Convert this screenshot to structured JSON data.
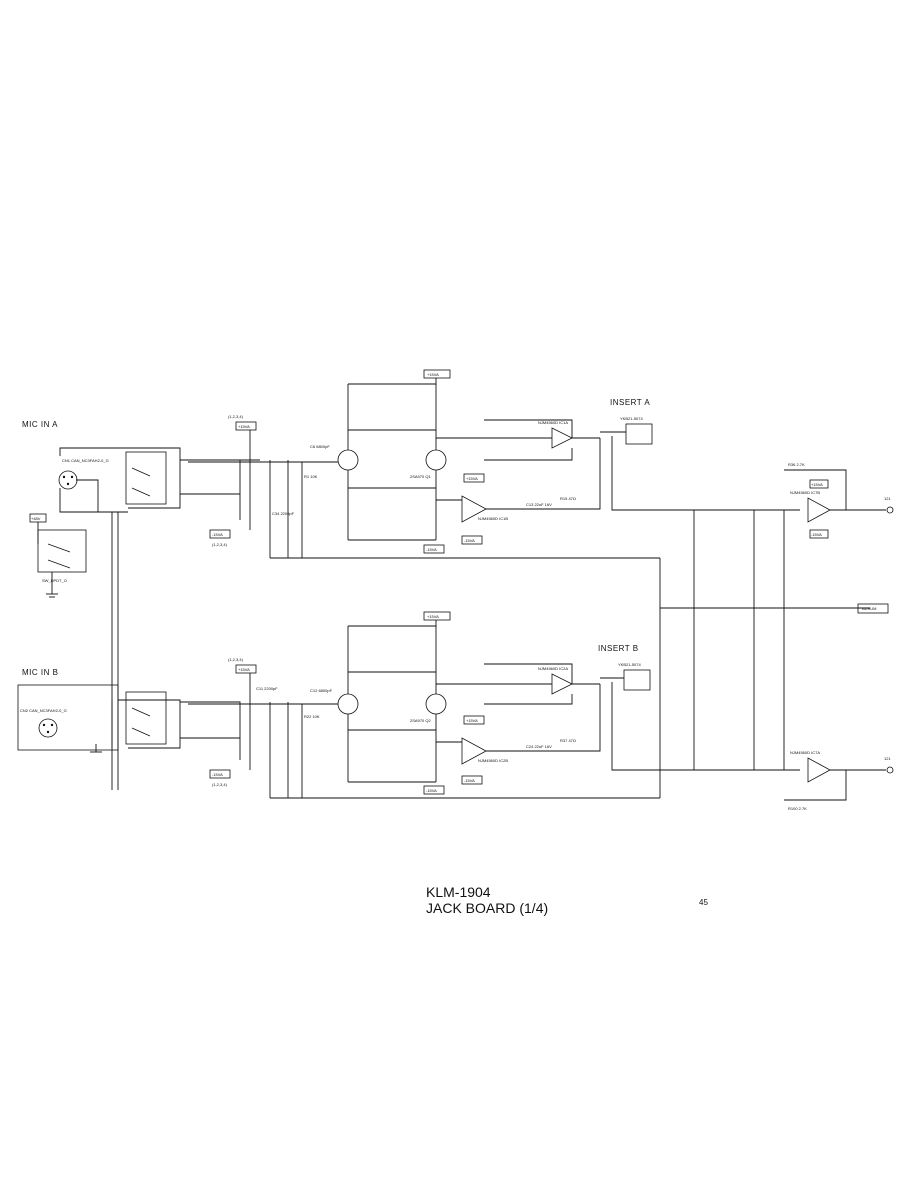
{
  "sections": {
    "mic_a": "MIC IN A",
    "mic_b": "MIC IN B",
    "insert_a": "INSERT A",
    "insert_b": "INSERT B"
  },
  "title": {
    "model": "KLM-1904",
    "board": "JACK BOARD (1/4)"
  },
  "page_number": "45",
  "rails": {
    "p15a": "+15VA",
    "m15a": "-15VA",
    "sheets": "(1,2,3,4)"
  },
  "nets": {
    "adsum": "ADSUM"
  },
  "connectors": {
    "cn1": "CN1 CAN_NC3FAH2-0_G",
    "cn2": "CN2 CAN_NC3FAH2-0_G",
    "sw1": "SW_DPDT_O",
    "insert_a_jack": "YKB21-5074",
    "insert_b_jack": "YKB21-5074",
    "out_a": "121",
    "out_b": "121",
    "v48": "+48V"
  },
  "parts_a": {
    "q1": "2SA970 Q1",
    "ic1a": "NJM4560D IC1A",
    "ic1b": "NJM4560D IC1B",
    "ic7b": "NJM4560D IC7B",
    "r15": "R15 47Ω",
    "c13": "C13 22uF 16V",
    "r36": "R36 2.7K",
    "c6": "C6 6800pF",
    "r1": "R1 10K",
    "c34": "C34 2200pF"
  },
  "parts_b": {
    "q2": "2SA970 Q2",
    "ic2a": "NJM4560D IC2A",
    "ic2b": "NJM4560D IC2B",
    "ic7a": "NJM4560D IC7A",
    "r37": "R37 47Ω",
    "c24": "C24 22uF 16V",
    "r100": "R100 2.7K",
    "c12": "C12 6800pF",
    "r22": "R22 10K",
    "c11": "C11 2200pF"
  }
}
